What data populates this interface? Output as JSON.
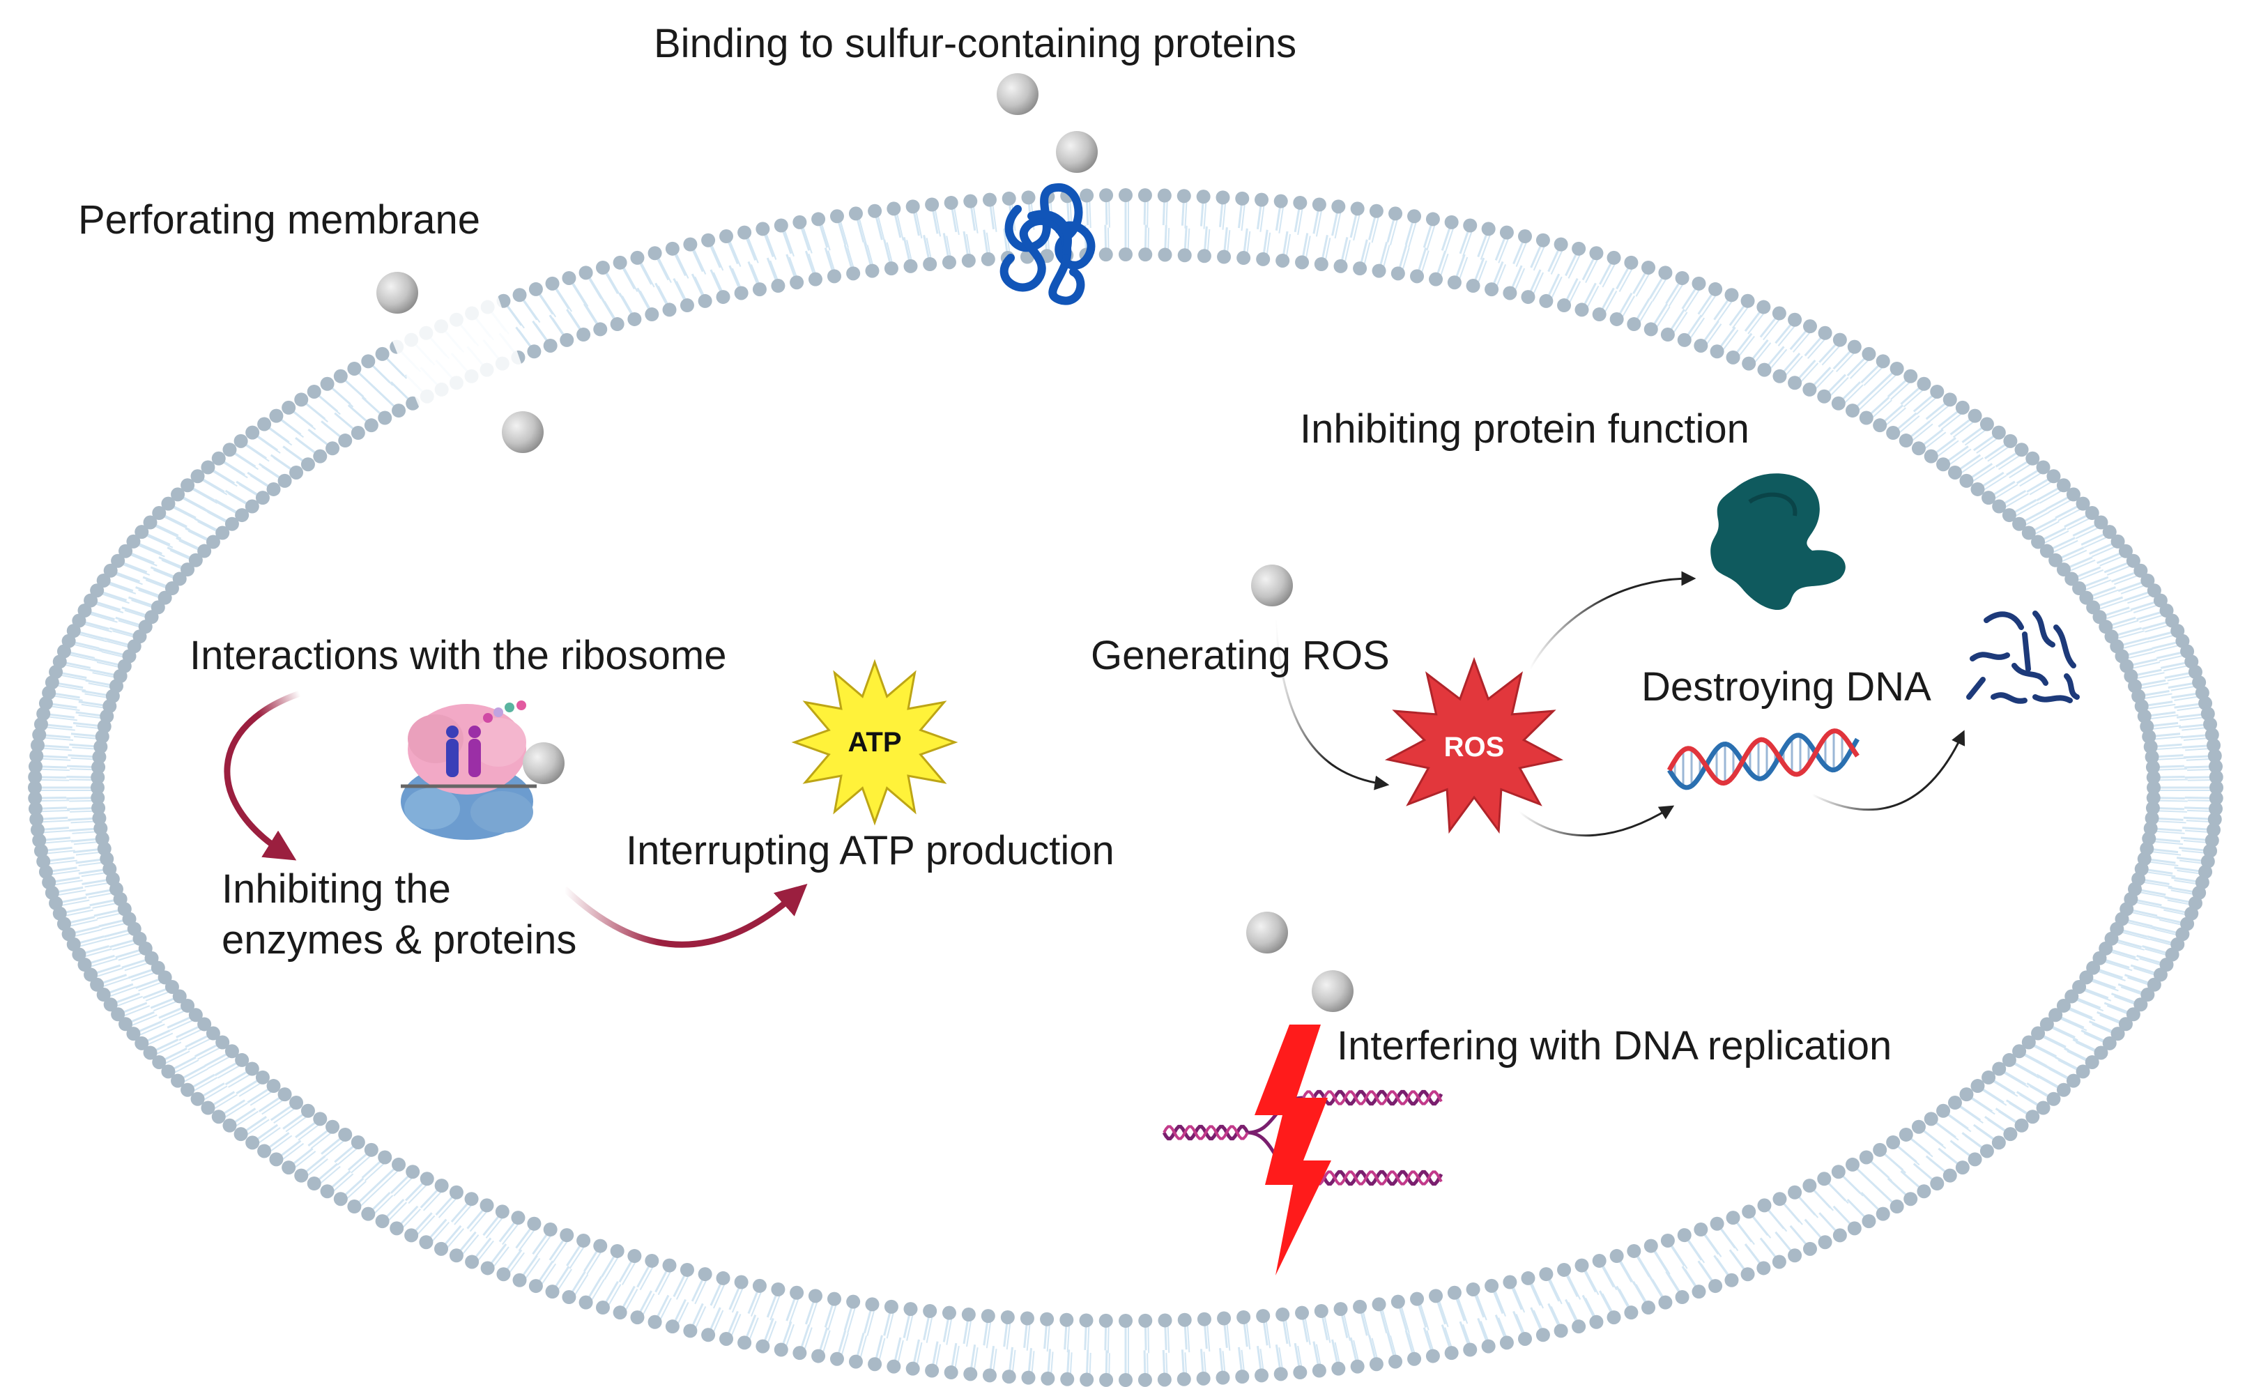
{
  "labels": {
    "sulfur_binding": "Binding to sulfur-containing proteins",
    "perforating": "Perforating membrane",
    "protein_function": "Inhibiting protein function",
    "ribosome": "Interactions with the ribosome",
    "generating_ros": "Generating ROS",
    "destroying_dna": "Destroying DNA",
    "inhibiting_line1": "Inhibiting  the",
    "inhibiting_line2": "enzymes & proteins",
    "atp_production": "Interrupting  ATP production",
    "dna_replication": "Interfering with DNA replication"
  },
  "badges": {
    "atp": "ATP",
    "ros": "ROS"
  },
  "colors": {
    "membrane_head": "#a9b9c6",
    "membrane_tail": "#d3e6f3",
    "nanoparticle": "#bdbdbd",
    "arrow_maroon": "#9b1f3f",
    "atp_star": "#fff23a",
    "ros_star": "#e2373c",
    "protein_teal": "#0f5a5e",
    "dna_blue": "#2a6fb0",
    "dna_red": "#e0343c",
    "lightning": "#ff1b1b",
    "sulfur_protein": "#1155b8"
  },
  "icons": [
    "nanoparticle-icon",
    "sulfur-protein-icon",
    "ribosome-icon",
    "atp-starburst-icon",
    "ros-starburst-icon",
    "protein-icon",
    "dna-helix-icon",
    "fragmented-dna-icon",
    "replication-fork-icon",
    "lightning-icon"
  ]
}
